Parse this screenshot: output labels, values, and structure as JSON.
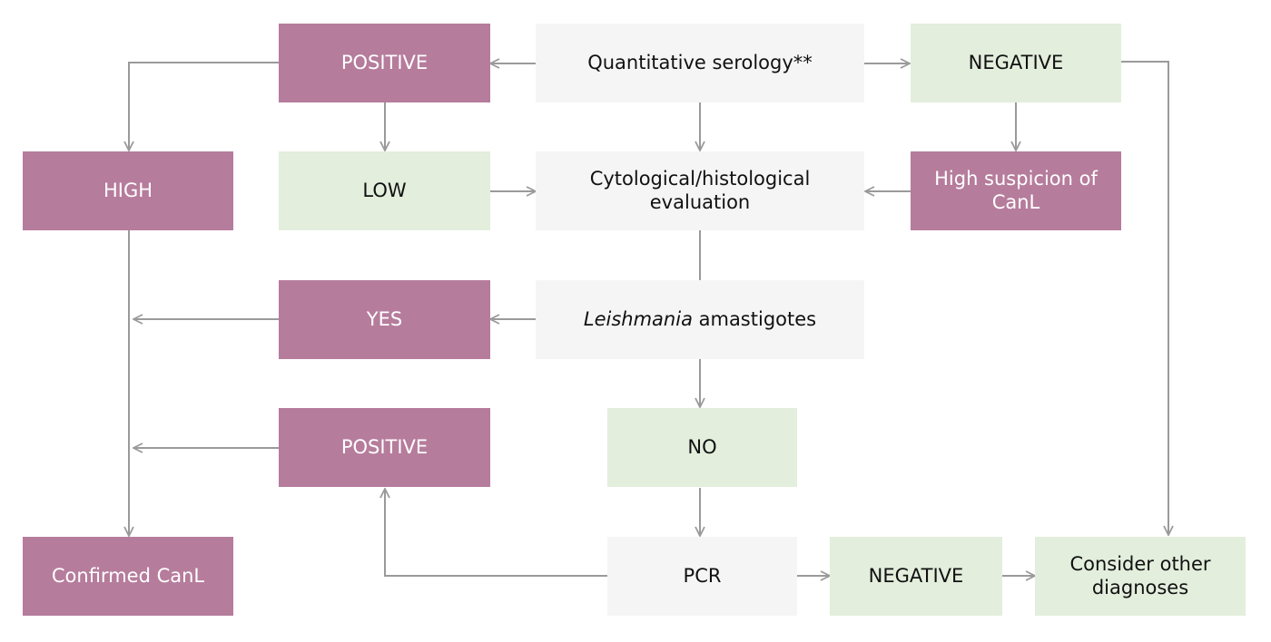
{
  "nodes": {
    "serology": "Quantitative serology**",
    "positive_top": "POSITIVE",
    "negative_top": "NEGATIVE",
    "high": "HIGH",
    "low": "LOW",
    "cytology_line1": "Cytological/histological",
    "cytology_line2": "evaluation",
    "high_suspicion_line1": "High suspicion of",
    "high_suspicion_line2": "CanL",
    "amastigotes_italic": "Leishmania",
    "amastigotes_rest": " amastigotes",
    "yes": "YES",
    "positive_mid": "POSITIVE",
    "no": "NO",
    "pcr": "PCR",
    "negative_bottom": "NEGATIVE",
    "consider_line1": "Consider other",
    "consider_line2": "diagnoses",
    "confirmed": "Confirmed CanL"
  },
  "colors": {
    "positive": "#b67c9c",
    "negative": "#e3eedd",
    "neutral": "#f5f5f5",
    "connector": "#9a9a9a"
  }
}
